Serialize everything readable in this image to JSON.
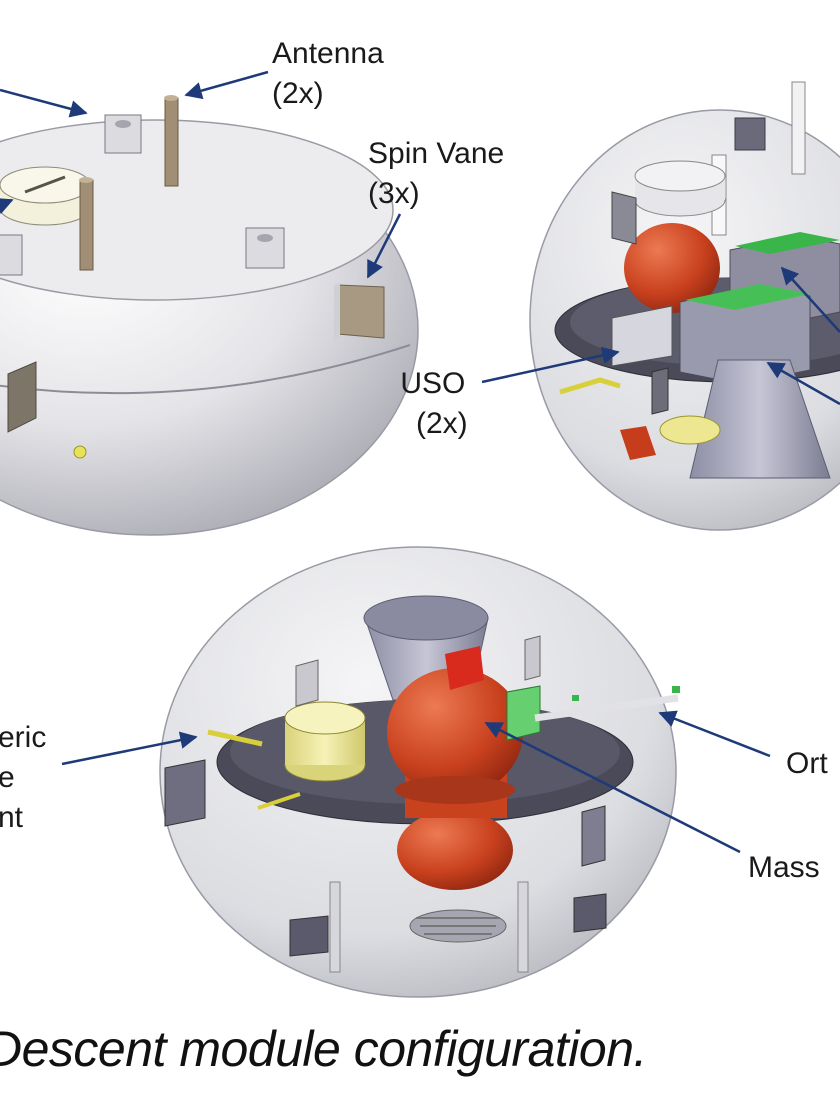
{
  "figure": {
    "labels": {
      "antenna": [
        "Antenna",
        "(2x)"
      ],
      "spin_vane": [
        "Spin Vane",
        "(3x)"
      ],
      "uso": [
        "USO",
        "(2x)"
      ],
      "atmospheric_instrument": [
        "eric",
        "e",
        "nt"
      ],
      "ortho": "Ort",
      "mass": "Mass"
    },
    "caption": "Descent module configuration."
  },
  "colors": {
    "shell": "#e6e6ea",
    "shell_dark": "#b8b8c2",
    "glass": "#d8dade",
    "deck": "#4a4a58",
    "red_tank": "#c8401e",
    "yellow_part": "#f0ec9c",
    "green_part": "#5ccf64",
    "arrow": "#1e3a78"
  }
}
